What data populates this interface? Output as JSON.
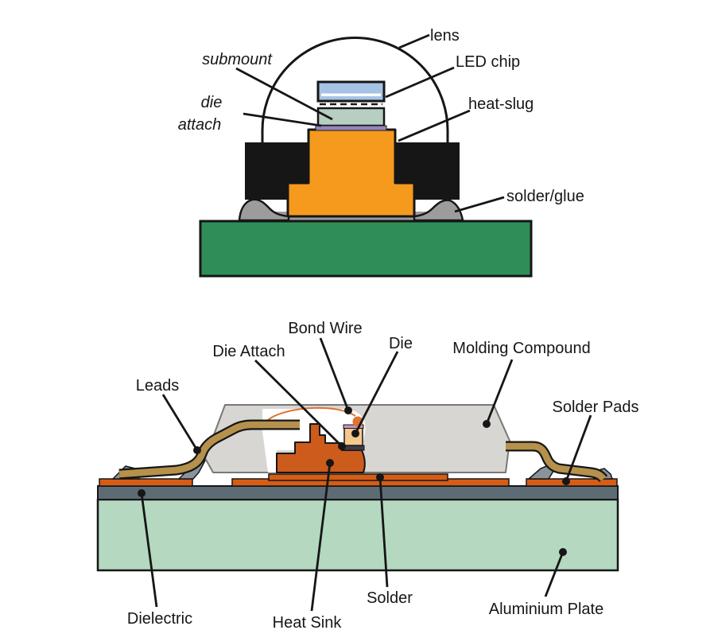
{
  "figure": {
    "description": "Cross-section diagrams of two LED package assemblies",
    "top": {
      "labels": {
        "lens": "lens",
        "submount": "submount",
        "die_attach_line1": "die",
        "die_attach_line2": "attach",
        "led_chip": "LED chip",
        "heat_slug": "heat-slug",
        "solder_glue": "solder/glue"
      },
      "colors": {
        "led_chip_blue": "#a6c3e6",
        "submount_green": "#b7cec3",
        "die_attach_purple": "#9485b8",
        "heat_slug_orange": "#f59a1d",
        "package_black": "#161616",
        "solder_glue_gray": "#9c9c9c",
        "board_green": "#2f8e57",
        "lens_outline": "#161616"
      }
    },
    "bottom": {
      "labels": {
        "bond_wire": "Bond Wire",
        "die_attach": "Die Attach",
        "die": "Die",
        "molding_compound": "Molding Compound",
        "leads": "Leads",
        "solder_pads": "Solder Pads",
        "dielectric": "Dielectric",
        "heat_sink": "Heat Sink",
        "solder": "Solder",
        "aluminium_plate": "Aluminium Plate"
      },
      "colors": {
        "molding_gray": "#d7d6d3",
        "lead_tan": "#b5914c",
        "heat_sink_orange": "#cd5b1b",
        "solder_pad_orange": "#d55d15",
        "die_tan": "#f4c88e",
        "die_top_pink": "#c795c0",
        "die_attach_dark": "#3f3b46",
        "bond_wire_orange": "#df7430",
        "dielectric_gray": "#5d6b75",
        "aluminium_green": "#b4d8c0",
        "fillet_gray": "#8a929b",
        "cavity_white": "#ffffff"
      }
    }
  }
}
